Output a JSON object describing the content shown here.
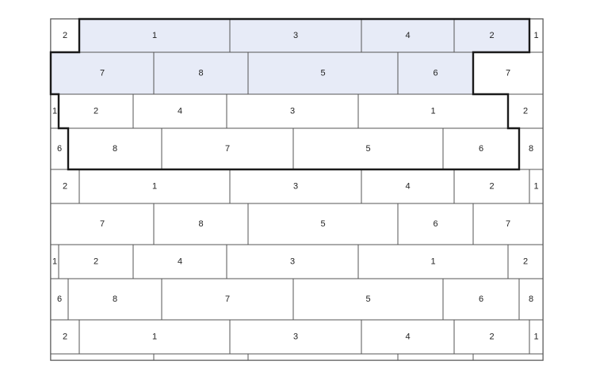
{
  "diagram": {
    "colors": {
      "background": "#ffffff",
      "tile_fill": "#ffffff",
      "highlight_fill": "#e7ebf7",
      "line": "#555555",
      "outline": "#1a1a1a"
    },
    "rows": [
      [
        "2",
        "1",
        "3",
        "4",
        "2",
        "1"
      ],
      [
        "7",
        "8",
        "5",
        "6",
        "7"
      ],
      [
        "1",
        "2",
        "4",
        "3",
        "1",
        "2"
      ],
      [
        "6",
        "8",
        "7",
        "5",
        "6",
        "8"
      ],
      [
        "2",
        "1",
        "3",
        "4",
        "2",
        "1"
      ],
      [
        "7",
        "8",
        "5",
        "6",
        "7"
      ],
      [
        "1",
        "2",
        "4",
        "3",
        "1",
        "2"
      ],
      [
        "6",
        "8",
        "7",
        "5",
        "6",
        "8"
      ],
      [
        "2",
        "1",
        "3",
        "4",
        "2",
        "1"
      ]
    ],
    "highlighted": [
      [
        0,
        1
      ],
      [
        0,
        2
      ],
      [
        0,
        3
      ],
      [
        0,
        4
      ],
      [
        1,
        0
      ],
      [
        1,
        1
      ],
      [
        1,
        2
      ],
      [
        1,
        3
      ]
    ]
  }
}
